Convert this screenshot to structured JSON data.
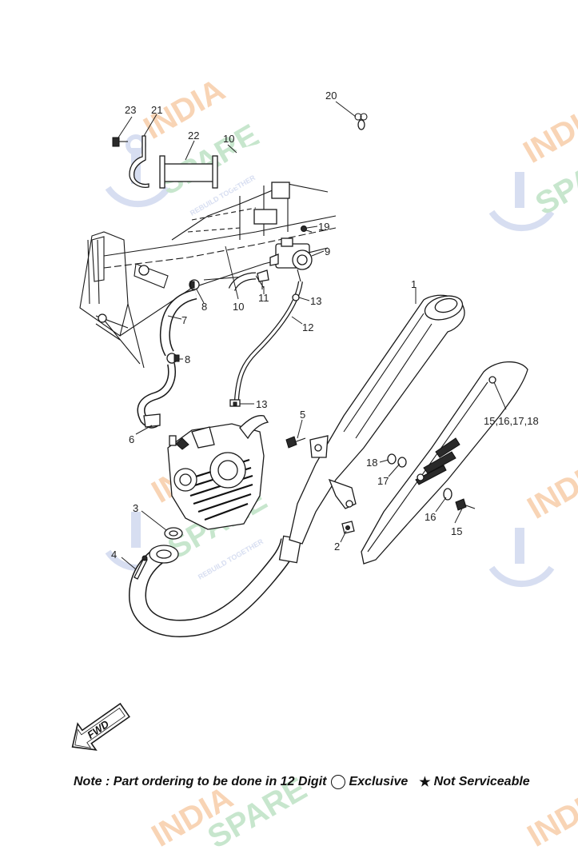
{
  "callouts": {
    "c1": "1",
    "c2": "2",
    "c3": "3",
    "c4": "4",
    "c5": "5",
    "c6": "6",
    "c7": "7",
    "c8a": "8",
    "c8b": "8",
    "c9": "9",
    "c10a": "10",
    "c10b": "10",
    "c11": "11",
    "c12": "12",
    "c13a": "13",
    "c13b": "13",
    "c15": "15",
    "c15_18": "15,16,17,18",
    "c16": "16",
    "c17": "17",
    "c18": "18",
    "c19": "19",
    "c20": "20",
    "c21": "21",
    "c22": "22",
    "c23": "23"
  },
  "fwd_label": "FWD",
  "note": {
    "lead": "Note : Part ordering to be done in 12 Digit",
    "exclusive": "Exclusive",
    "star": "★",
    "not_serviceable": "Not Serviceable"
  },
  "watermark": {
    "word1": "INDIA",
    "word2": "SPARE",
    "tagline": "REBUILD TOGETHER",
    "color_orange": "#f3b27a",
    "color_green": "#9ad3a6",
    "color_blue": "#b8c4e6"
  },
  "icons": [
    "fwd-arrow-icon",
    "circle-icon",
    "star-icon",
    "wrench-logo-icon"
  ]
}
